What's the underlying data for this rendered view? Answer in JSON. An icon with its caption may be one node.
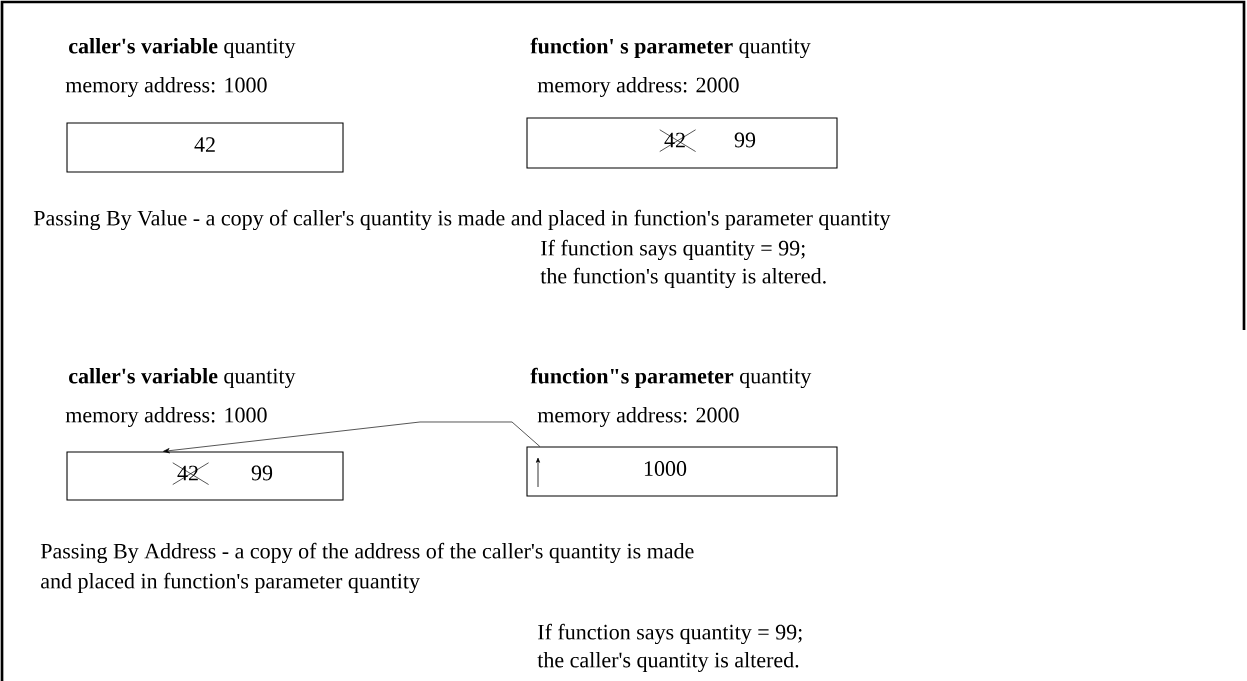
{
  "diagram": {
    "nodes": [
      {
        "text": [
          "**caller's variable** quantity",
          "memory address: 1000",
          "42"
        ]
      },
      {
        "text": [
          "**function' s parameter** quantity",
          "memory address: 2000",
          "42",
          "99"
        ]
      },
      {
        "text": [
          "**caller's variable** quantity",
          "memory address: 1000",
          "42",
          "99"
        ]
      },
      {
        "text": [
          "**function\"s parameter** quantity",
          "memory address: 2000",
          "1000"
        ]
      }
    ],
    "edges": [
      {
        "from": 3,
        "to": 2,
        "arrow": "to"
      }
    ],
    "labels": [
      "Passing By Value - a copy of caller's quantity is made and placed in function's parameter quantity",
      "If function says quantity = 99;",
      "the function's quantity is altered.",
      "Passing By Address - a copy of the address of the caller's quantity is made",
      "and placed in function's parameter quantity",
      "If function says quantity = 99;",
      "the caller's quantity is altered."
    ]
  }
}
